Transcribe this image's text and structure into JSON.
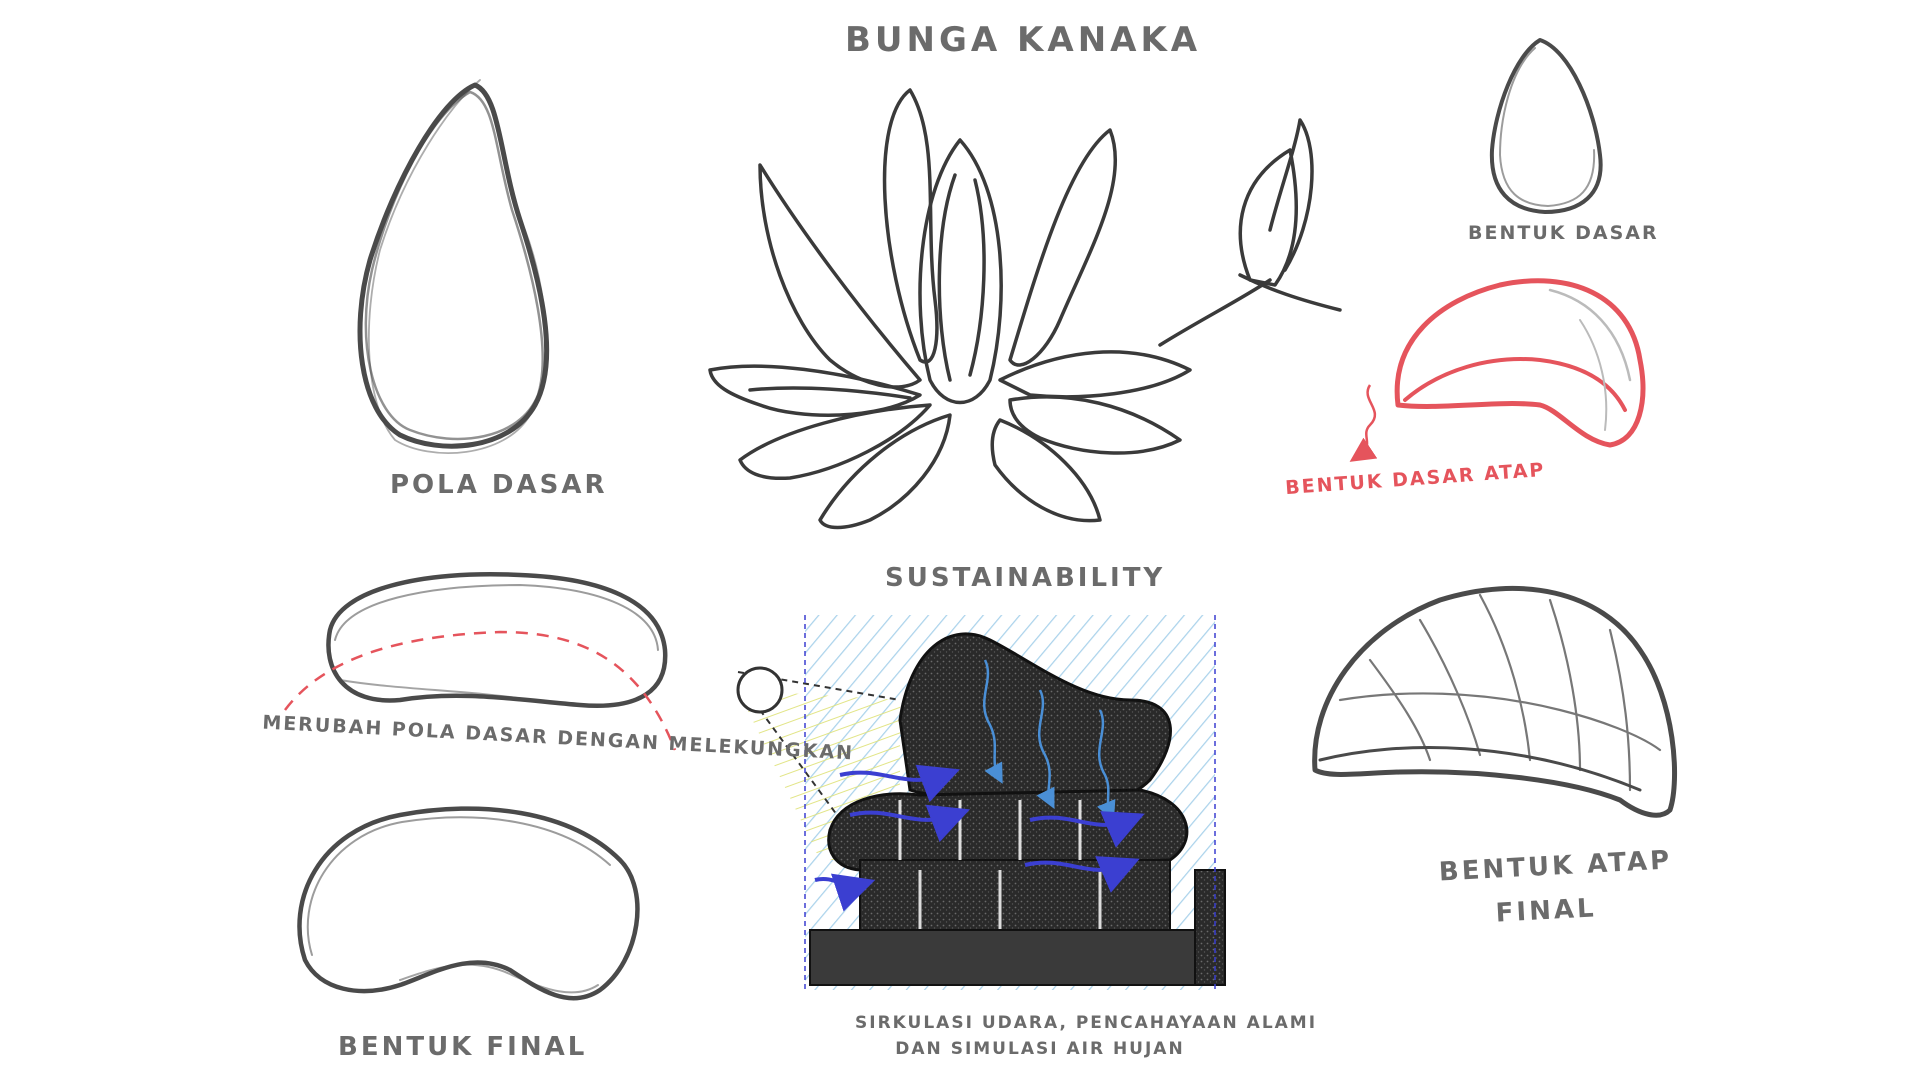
{
  "labels": {
    "bunga_kanaka": "BUNGA KANAKA",
    "pola_dasar": "POLA DASAR",
    "bentuk_dasar": "BENTUK DASAR",
    "bentuk_dasar_atap": "BENTUK DASAR ATAP",
    "sustainability": "SUSTAINABILITY",
    "merubah": "MERUBAH POLA DASAR DENGAN MELEKUNGKAN",
    "bentuk_final": "BENTUK FINAL",
    "bentuk_atap_final_1": "BENTUK ATAP",
    "bentuk_atap_final_2": "FINAL",
    "sirkulasi_1": "SIRKULASI UDARA, PENCAHAYAAN ALAMI",
    "sirkulasi_2": "DAN SIMULASI AIR HUJAN"
  },
  "colors": {
    "pencil": "#4a4a4a",
    "label": "#6b6b6b",
    "red": "#e5545c",
    "blue_arrow": "#3b3fd1",
    "rain_blue": "#4a8fd6",
    "hatch_blue": "#9ccbe8",
    "hatch_yellow": "#e8ea8a"
  }
}
